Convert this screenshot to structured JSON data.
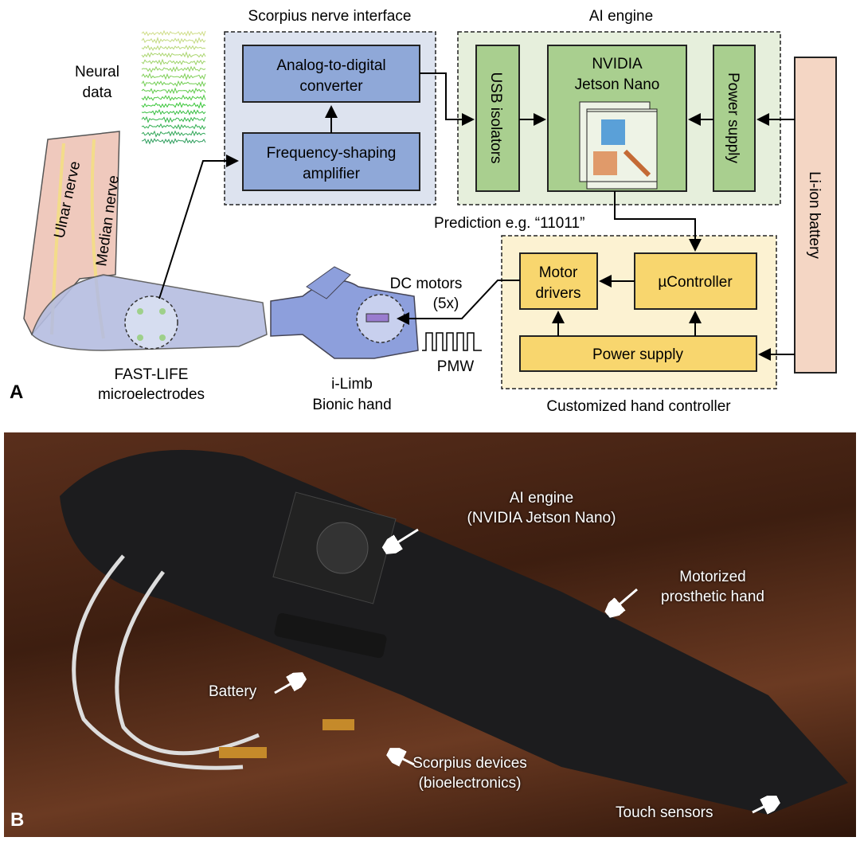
{
  "panel_a": {
    "letter": "A",
    "neural_data": [
      "Neural",
      "data"
    ],
    "scorpius": {
      "title": "Scorpius nerve interface",
      "adc": [
        "Analog-to-digital",
        "converter"
      ],
      "amp": [
        "Frequency-shaping",
        "amplifier"
      ]
    },
    "ai_engine": {
      "title": "AI engine",
      "usb": "USB isolators",
      "jetson": [
        "NVIDIA",
        "Jetson Nano"
      ],
      "power": "Power supply"
    },
    "battery": "Li-ion battery",
    "prediction": "Prediction e.g. “11011”",
    "controller": {
      "title": "Customized hand controller",
      "motor_drivers": [
        "Motor",
        "drivers"
      ],
      "ucontroller": "µController",
      "power": "Power supply"
    },
    "arm": {
      "ulnar": "Ulnar nerve",
      "median": "Median nerve",
      "electrodes": [
        "FAST-LIFE",
        "microelectrodes"
      ]
    },
    "hand": {
      "name": [
        "i-Limb",
        "Bionic hand"
      ],
      "motors": [
        "DC motors",
        "(5x)"
      ],
      "pwm": "PMW"
    },
    "colors": {
      "scorpius_bg": "#dde3ef",
      "scorpius_box": "#8fa8d8",
      "ai_bg": "#e6efdc",
      "ai_box": "#a9cf8f",
      "ctrl_bg": "#fcf2d2",
      "ctrl_box": "#f8d66e",
      "battery": "#f4d6c4"
    }
  },
  "panel_b": {
    "letter": "B",
    "labels": {
      "ai_engine": [
        "AI engine",
        "(NVIDIA Jetson Nano)"
      ],
      "hand": [
        "Motorized",
        "prosthetic hand"
      ],
      "battery": "Battery",
      "scorpius": [
        "Scorpius devices",
        "(bioelectronics)"
      ],
      "touch": "Touch sensors"
    }
  }
}
